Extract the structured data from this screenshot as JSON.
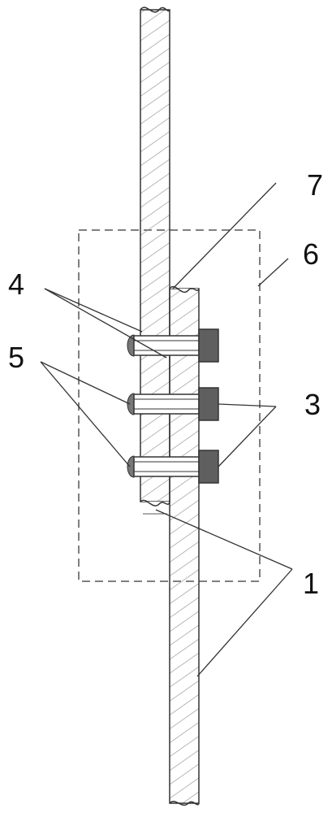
{
  "labels": {
    "part1": "1",
    "part3": "3",
    "part4": "4",
    "part5": "5",
    "part6": "6",
    "part7": "7"
  },
  "colors": {
    "line": "#333333",
    "hatch": "#8a8a8a",
    "bolt_head": "#5f5f5f",
    "dashed_box": "#555555"
  }
}
